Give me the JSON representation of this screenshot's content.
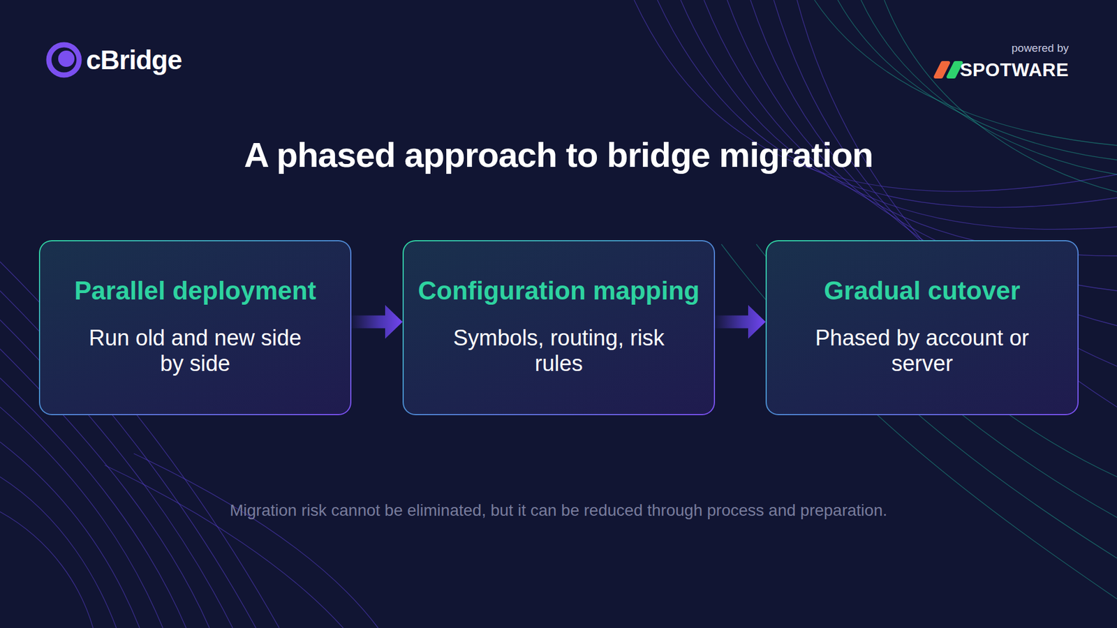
{
  "diagram": {
    "title": "A phased approach to bridge migration",
    "caption": "Migration risk cannot be eliminated, but it can be reduced through process and preparation.",
    "nodes": [
      {
        "text": [
          "Parallel deployment",
          "Run old and new side by side"
        ]
      },
      {
        "text": [
          "Configuration mapping",
          "Symbols, routing, risk rules"
        ]
      },
      {
        "text": [
          "Gradual cutover",
          "Phased by account or server"
        ]
      }
    ],
    "edges": [
      {
        "from": 0,
        "to": 1,
        "arrow": "to"
      },
      {
        "from": 1,
        "to": 2,
        "arrow": "to"
      }
    ],
    "labels": [
      "cBridge",
      "powered by",
      "SPOTWARE"
    ]
  }
}
